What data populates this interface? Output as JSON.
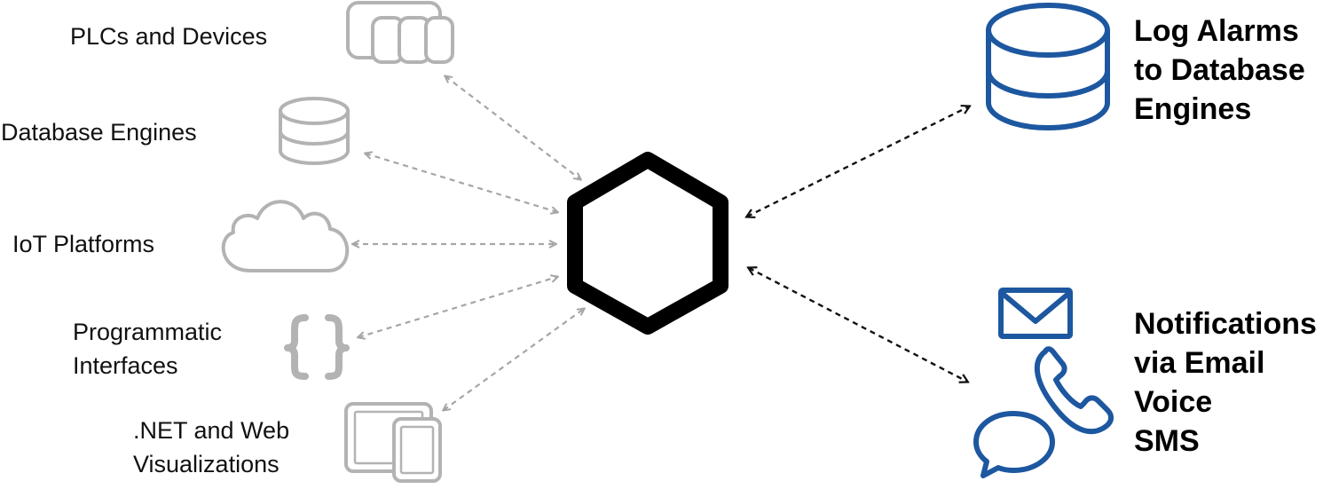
{
  "colors": {
    "source_icon": "#b3b3b3",
    "connector_gray": "#a6a6a6",
    "connector_dark": "#111111",
    "hub": "#000000",
    "accent_blue": "#1d57a0"
  },
  "sources": [
    {
      "icon": "plc-devices-icon",
      "lines": [
        "PLCs and Devices"
      ]
    },
    {
      "icon": "database-icon",
      "lines": [
        "Database Engines"
      ]
    },
    {
      "icon": "cloud-icon",
      "lines": [
        "IoT Platforms"
      ]
    },
    {
      "icon": "curly-braces-icon",
      "lines": [
        "Programmatic",
        "Interfaces"
      ]
    },
    {
      "icon": "screens-icon",
      "lines": [
        ".NET and Web",
        "Visualizations"
      ]
    }
  ],
  "hub": {
    "icon": "hexagon-icon"
  },
  "destinations": [
    {
      "icon": "database-icon",
      "lines": [
        "Log Alarms",
        "to Database",
        "Engines"
      ]
    },
    {
      "icon": "mail-phone-chat-icon",
      "lines": [
        "Notifications",
        "via Email",
        "Voice",
        "SMS"
      ]
    }
  ]
}
